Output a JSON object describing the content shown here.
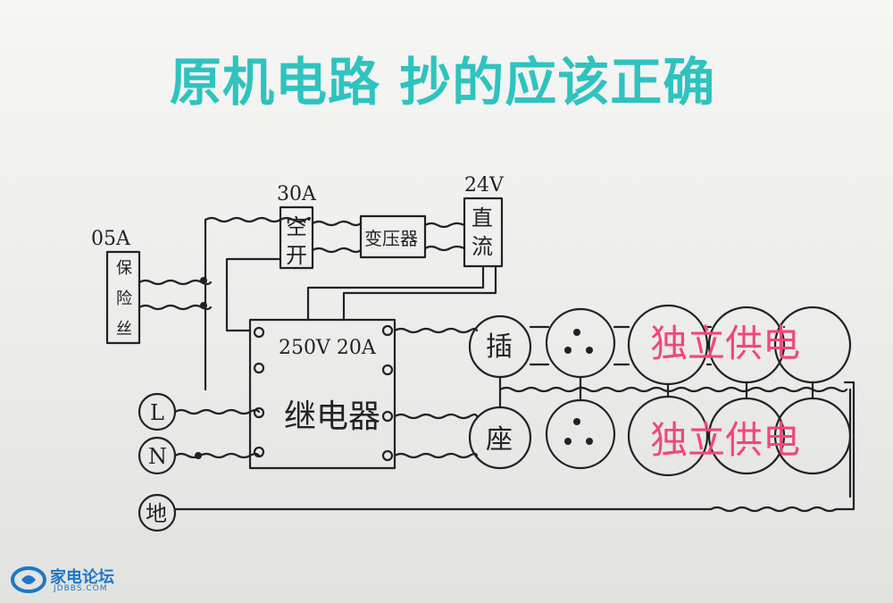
{
  "title": "原机电路 抄的应该正确",
  "labels": {
    "fuse_rating": "05A",
    "fuse_name": "保险丝",
    "breaker_rating": "30A",
    "breaker_name": "空开",
    "transformer_name": "变压器",
    "dc_voltage": "24V",
    "dc_name": "直流",
    "relay_rating": "250V 20A",
    "relay_name": "继电器",
    "socket_char_1": "插",
    "socket_char_2": "座",
    "live": "L",
    "neutral": "N",
    "ground": "地"
  },
  "overlay": {
    "row1": "独立供电",
    "row2": "独立供电"
  },
  "logo": {
    "name": "家电论坛",
    "sub": "JDBBS.COM",
    "color": "#1c78c8"
  },
  "colors": {
    "title": "#2ec3bf",
    "overlay": "#f0487a",
    "ink": "#222222"
  }
}
